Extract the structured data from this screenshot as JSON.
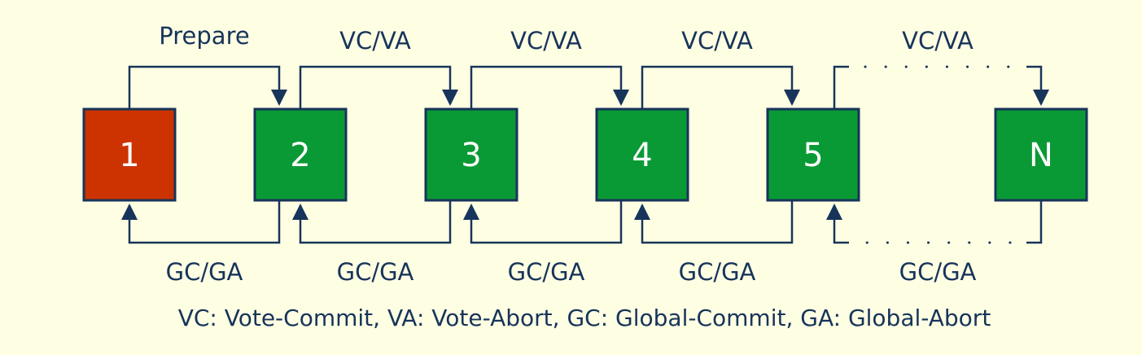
{
  "colors": {
    "background": "#fefee3",
    "line": "#17345a",
    "first_node": "#cc3300",
    "other_nodes": "#0a9a35"
  },
  "nodes": [
    {
      "label": "1",
      "color": "#cc3300"
    },
    {
      "label": "2",
      "color": "#0a9a35"
    },
    {
      "label": "3",
      "color": "#0a9a35"
    },
    {
      "label": "4",
      "color": "#0a9a35"
    },
    {
      "label": "5",
      "color": "#0a9a35"
    },
    {
      "label": "N",
      "color": "#0a9a35"
    }
  ],
  "forward_labels": [
    "Prepare",
    "VC/VA",
    "VC/VA",
    "VC/VA",
    "VC/VA"
  ],
  "backward_labels": [
    "GC/GA",
    "GC/GA",
    "GC/GA",
    "GC/GA",
    "GC/GA"
  ],
  "legend": "VC: Vote-Commit, VA: Vote-Abort, GC: Global-Commit, GA: Global-Abort"
}
